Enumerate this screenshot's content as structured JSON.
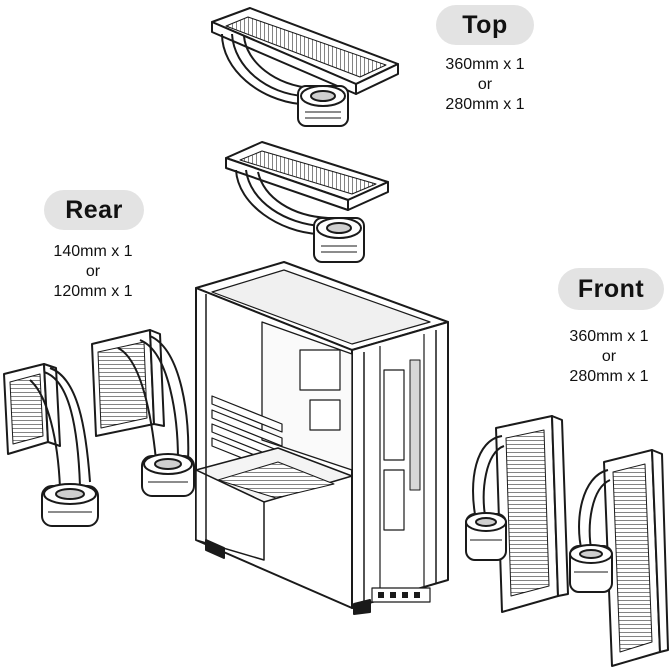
{
  "labels": {
    "top": {
      "title": "Top",
      "line1": "360mm x 1",
      "or": "or",
      "line2": "280mm x 1"
    },
    "rear": {
      "title": "Rear",
      "line1": "140mm x 1",
      "or": "or",
      "line2": "120mm x 1"
    },
    "front": {
      "title": "Front",
      "line1": "360mm x 1",
      "or": "or",
      "line2": "280mm x 1"
    }
  },
  "colors": {
    "line": "#1a1a1a",
    "pill": "#e3e3e3",
    "fill": "#ffffff",
    "shade": "#cfcfcf"
  }
}
